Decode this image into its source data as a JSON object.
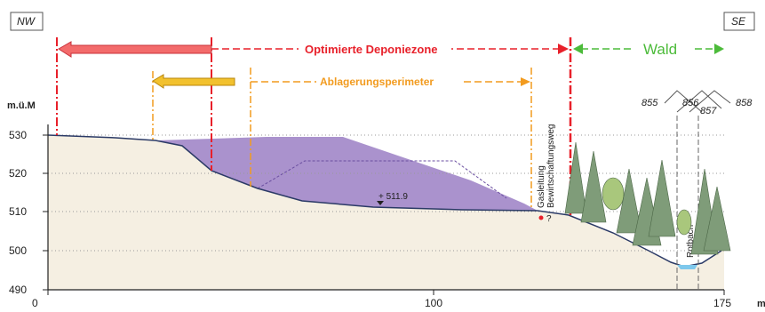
{
  "corners": {
    "left": "NW",
    "right": "SE"
  },
  "zones": {
    "deponie": "Optimierte Deponiezone",
    "ablagerung": "Ablagerungsperimeter",
    "wald": "Wald"
  },
  "yaxis": {
    "unit": "m.ü.M",
    "ticks": [
      "530",
      "520",
      "510",
      "500",
      "490"
    ]
  },
  "xaxis": {
    "ticks": [
      "0",
      "100",
      "175"
    ],
    "unit": "m"
  },
  "labels": {
    "level": "511.9",
    "gas": "Gasleitung",
    "weg": "Bewirtschaftungsweg",
    "bach": "Rotbach",
    "question": "?"
  },
  "trees": [
    "855",
    "856",
    "857",
    "858"
  ],
  "colors": {
    "fill_zone": "#9b7fc4",
    "ground": "#f5efe2",
    "red": "#e8202a",
    "orange": "#f29b1f",
    "green": "#4cbb3a",
    "water": "#7ec8ec"
  }
}
